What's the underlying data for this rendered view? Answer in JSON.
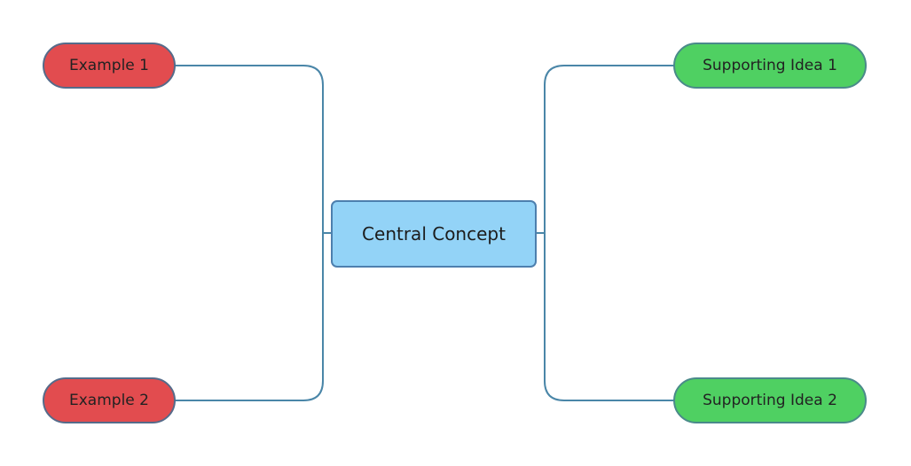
{
  "central": {
    "label": "Central Concept"
  },
  "examples": [
    {
      "label": "Example 1"
    },
    {
      "label": "Example 2"
    }
  ],
  "supporting_ideas": [
    {
      "label": "Supporting Idea 1"
    },
    {
      "label": "Supporting Idea 2"
    }
  ],
  "colors": {
    "connector": "#4a86a8",
    "example_fill": "#e24c4f",
    "support_fill": "#4fd062",
    "central_fill": "#93d3f7"
  }
}
